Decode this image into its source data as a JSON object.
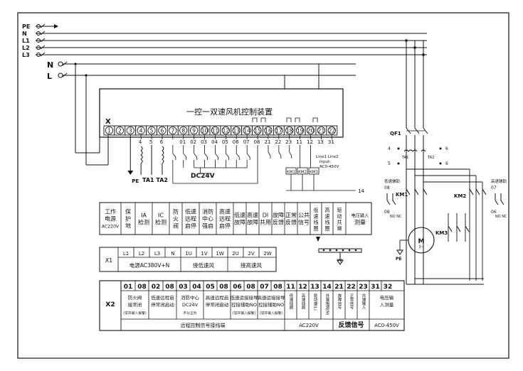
{
  "phase_bus": [
    "PE",
    "N",
    "L1",
    "L2",
    "L3"
  ],
  "supply": {
    "n": "N",
    "l": "L"
  },
  "title": "一控一双速风机控制装置",
  "x_label": "X",
  "terminals": [
    "1",
    "2",
    "3",
    "4",
    "5",
    "6",
    "7",
    "8",
    "9",
    "10",
    "11",
    "12",
    "13",
    "14",
    "15",
    "16",
    "17",
    "18",
    "19",
    "20",
    "21",
    "22"
  ],
  "inner_labels": [
    "4",
    "5",
    "6",
    "01",
    "02",
    "03",
    "04",
    "05",
    "06",
    "07",
    "08",
    "21",
    "22",
    "23",
    "11",
    "12",
    "13",
    "31",
    "32"
  ],
  "pe_label": "PE",
  "ta_label": "TA1 TA2",
  "dc_label": "DC24V",
  "line_label": "Line1 Line2",
  "input_label": "Input:",
  "ac_range_label": "AC0-450V",
  "km_labels": [
    "KM1",
    "KM2",
    "KM3"
  ],
  "num14": "14",
  "func_table": {
    "cells": [
      {
        "lines": [
          "工作",
          "电源",
          "AC220V"
        ]
      },
      {
        "lines": [
          "保",
          "护",
          "地"
        ]
      },
      {
        "lines": [
          "IA",
          "检测"
        ]
      },
      {
        "lines": [
          "IC",
          "检测"
        ]
      },
      {
        "lines": [
          "防",
          "火",
          "阀"
        ]
      },
      {
        "lines": [
          "低速",
          "远程",
          "启停"
        ]
      },
      {
        "lines": [
          "消防",
          "中心",
          "强启"
        ]
      },
      {
        "lines": [
          "高速",
          "远程",
          "启停"
        ]
      },
      {
        "lines": [
          "低速",
          "故障"
        ]
      },
      {
        "lines": [
          "高速",
          "故障"
        ]
      },
      {
        "lines": [
          "DI",
          "共用"
        ]
      },
      {
        "lines": [
          "故障",
          "反馈"
        ]
      },
      {
        "lines": [
          "正常",
          "反馈"
        ]
      },
      {
        "lines": [
          "公共",
          "信号"
        ]
      },
      {
        "lines": [
          "低",
          "速",
          "线",
          "圈"
        ]
      },
      {
        "lines": [
          "高",
          "速",
          "线",
          "圈"
        ]
      },
      {
        "lines": [
          "驱",
          "动",
          "共",
          "端"
        ]
      },
      {
        "lines": [
          "电压输入",
          "测量"
        ]
      }
    ]
  },
  "x1": {
    "label": "X1",
    "headers": [
      "L1",
      "L2",
      "L3",
      "N",
      "1U",
      "1V",
      "1W",
      "2U",
      "2V",
      "2W"
    ],
    "groups": [
      "电源AC380V+N",
      "接低速风",
      "接高速风"
    ]
  },
  "x2": {
    "label": "X2",
    "nums": [
      "01",
      "08",
      "02",
      "08",
      "03",
      "04",
      "05",
      "08",
      "06",
      "08",
      "07",
      "08",
      "11",
      "12",
      "13",
      "14",
      "21",
      "22",
      "23",
      "31",
      "32"
    ],
    "descs": [
      {
        "main": "防火阀接常闭",
        "sub": "(常开输入报警)"
      },
      {
        "main": "低速远程启停常闭启动",
        "sub": ""
      },
      {
        "main": "消防中心 DC24V",
        "sub": "不分正负"
      },
      {
        "main": "高速远程启停常闭启动",
        "sub": ""
      },
      {
        "main": "低速运接接导控接辅助NO",
        "sub": "(常开输入报警)"
      },
      {
        "main": "高速运接接导控接辅助NO",
        "sub": "(常开输入报警)"
      },
      {
        "main": "低速线圈",
        "sub": ""
      },
      {
        "main": "高速线圈",
        "sub": ""
      },
      {
        "main": "驱动端(L)",
        "sub": ""
      },
      {
        "main": "外置电源(N)",
        "sub": ""
      },
      {
        "main": "故障信号",
        "sub": ""
      },
      {
        "main": "正常信号",
        "sub": ""
      },
      {
        "main": "共端输入",
        "sub": ""
      },
      {
        "main": "电压输入测量",
        "sub": ""
      }
    ],
    "bottom": [
      "远程控制信号接线端",
      "AC220V",
      "反馈信号",
      "AC0-450V"
    ]
  },
  "right": {
    "qf1": "QF1",
    "ta1": "TA1",
    "ta2": "TA2",
    "low_aux": "低速辅助",
    "high_aux": "高速辅助",
    "km1": "KM1",
    "km2": "KM2",
    "km3": "KM3",
    "no_nc_1": "NO NC",
    "no_nc_2": "NO NC",
    "motor_m": "M",
    "motor_pe": "PE",
    "pe_bus": "PE",
    "num4": "4",
    "num5": "5",
    "num6": "6",
    "num6b": "6",
    "num08a": "08",
    "num08b": "08",
    "num07": "07",
    "num06": "06"
  }
}
